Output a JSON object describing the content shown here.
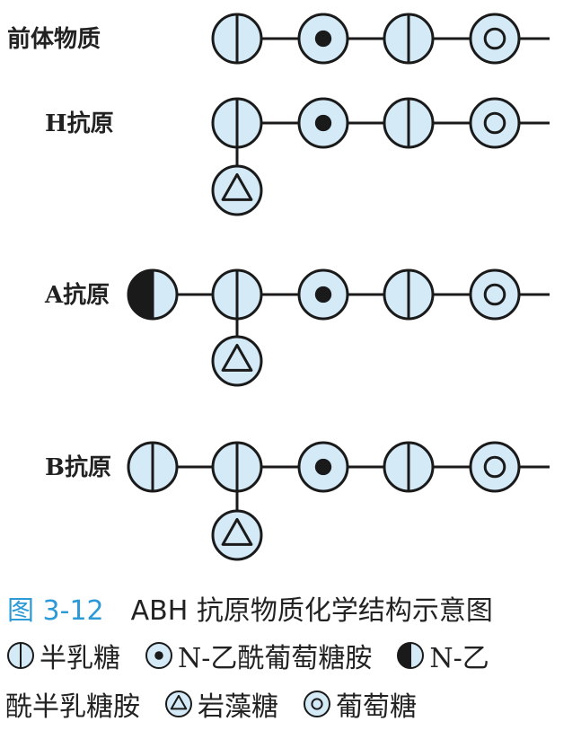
{
  "colors": {
    "fill": "#d5eaf7",
    "stroke": "#1a1a1a",
    "dark": "#1a1a1a",
    "caption_accent": "#2b9ad6"
  },
  "rows": [
    {
      "label": "前体物质",
      "branch_top": null,
      "branch_down": false,
      "chain": [
        "gal",
        "glcnac",
        "gal",
        "glc"
      ]
    },
    {
      "label": "H抗原",
      "branch_top": null,
      "branch_down": true,
      "chain": [
        "gal",
        "glcnac",
        "gal",
        "glc"
      ]
    },
    {
      "label": "A抗原",
      "branch_top": "galnac",
      "branch_down": true,
      "chain": [
        "gal",
        "glcnac",
        "gal",
        "glc"
      ]
    },
    {
      "label": "B抗原",
      "branch_top": "gal",
      "branch_down": true,
      "chain": [
        "gal",
        "glcnac",
        "gal",
        "glc"
      ]
    }
  ],
  "caption": {
    "figure_number": "图 3-12",
    "title": "ABH 抗原物质化学结构示意图"
  },
  "legend": {
    "gal": "半乳糖",
    "glcnac": "N-乙酰葡萄糖胺",
    "galnac_part1": "N-乙",
    "galnac_part2": "酰半乳糖胺",
    "fuc": "岩藻糖",
    "glc": "葡萄糖"
  }
}
